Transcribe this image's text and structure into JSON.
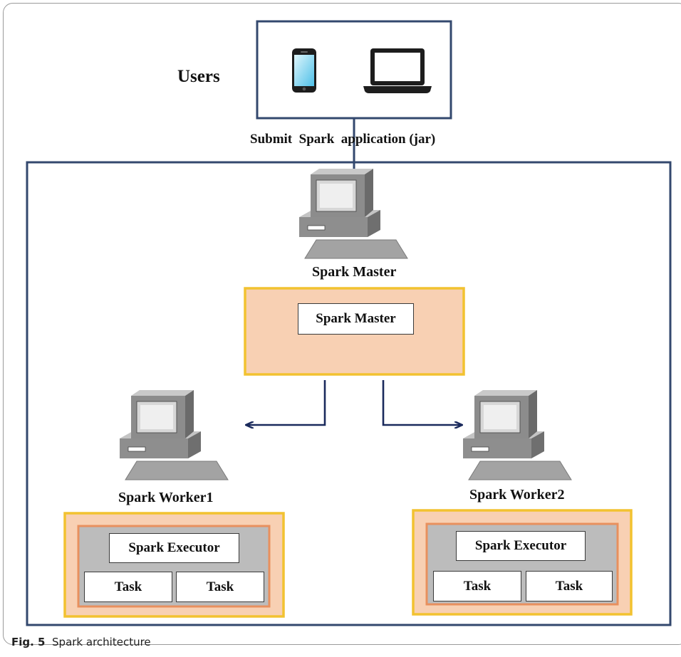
{
  "users": {
    "label": "Users"
  },
  "submit": {
    "label": "Submit  Spark  application (jar)"
  },
  "master": {
    "label": "Spark Master",
    "box_label": "Spark Master"
  },
  "worker1": {
    "label": "Spark Worker1",
    "executor": "Spark Executor",
    "tasks": [
      "Task",
      "Task"
    ]
  },
  "worker2": {
    "label": "Spark Worker2",
    "executor": "Spark Executor",
    "tasks": [
      "Task",
      "Task"
    ]
  },
  "caption": {
    "fig": "Fig. 5",
    "text": "Spark architecture"
  },
  "colors": {
    "navy": "#33486e",
    "arrow": "#1a2a5c",
    "yellow": "#f2c230",
    "peach": "#f8d0b3",
    "orange": "#e8905e",
    "gray": "#bcbcbc"
  }
}
